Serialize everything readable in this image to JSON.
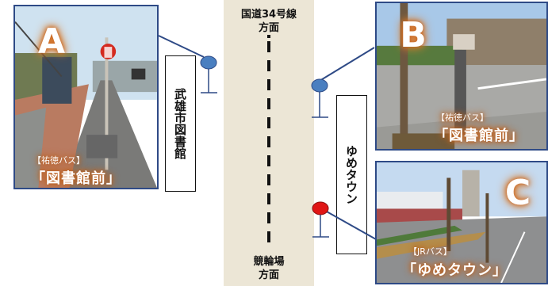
{
  "road": {
    "north_label": "国道34号線\n方面",
    "south_label": "競輪場\n方面"
  },
  "labels": {
    "library": "武雄市図書館",
    "yume_town": "ゆめタウン"
  },
  "photos": [
    {
      "letter": "A",
      "operator": "【祐徳バス】",
      "stop": "「図書館前」"
    },
    {
      "letter": "B",
      "operator": "【祐徳バス】",
      "stop": "「図書館前」"
    },
    {
      "letter": "C",
      "operator": "【JRバス】",
      "stop": "「ゆめタウン」"
    }
  ],
  "colors": {
    "frame": "#2e4a86",
    "bus_stop_blue": "#4a7fc0",
    "bus_stop_red": "#e01515",
    "road": "#ece6d6"
  }
}
